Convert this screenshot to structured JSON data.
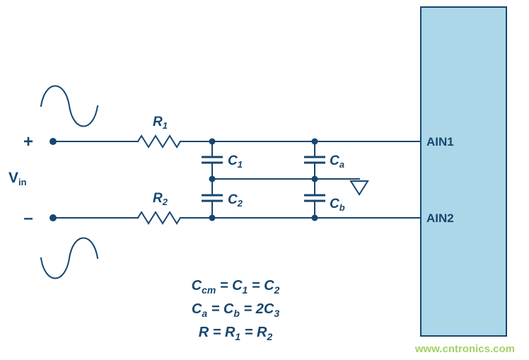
{
  "colors": {
    "navy": "#17466f",
    "block_fill": "#abd7e8",
    "watermark_green": "#8cc63f"
  },
  "source": {
    "vin_main": "V",
    "vin_sub": "in",
    "plus": "+",
    "minus": "–"
  },
  "components": {
    "r1": {
      "main": "R",
      "sub": "1"
    },
    "r2": {
      "main": "R",
      "sub": "2"
    },
    "c1": {
      "main": "C",
      "sub": "1"
    },
    "c2": {
      "main": "C",
      "sub": "2"
    },
    "ca": {
      "main": "C",
      "sub": "a"
    },
    "cb": {
      "main": "C",
      "sub": "b"
    }
  },
  "adc": {
    "ain1": "AIN1",
    "ain2": "AIN2"
  },
  "equations": {
    "eq1": {
      "t1": "C",
      "s1": "cm",
      "t2": " = C",
      "s2": "1",
      "t3": " = C",
      "s3": "2"
    },
    "eq2": {
      "t1": "C",
      "s1": "a",
      "t2": " = C",
      "s2": "b",
      "t3": " = 2C",
      "s3": "3"
    },
    "eq3": {
      "t1": "R = R",
      "s1": "1",
      "t2": " = R",
      "s2": "2"
    }
  },
  "watermark": "www.cntronics.com"
}
